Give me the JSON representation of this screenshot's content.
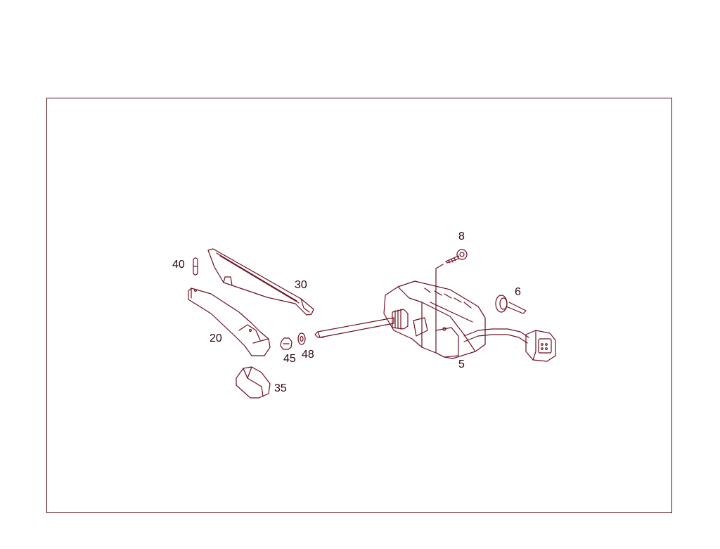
{
  "diagram": {
    "type": "exploded-parts-diagram",
    "line_color": "#8b1a2b",
    "frame_color": "#5a0a14",
    "parts": [
      {
        "id": "p5",
        "label": "5",
        "name": "actuator-motor"
      },
      {
        "id": "p6",
        "label": "6",
        "name": "connector-clip"
      },
      {
        "id": "p8",
        "label": "8",
        "name": "screw"
      },
      {
        "id": "p20",
        "label": "20",
        "name": "wiper-arm"
      },
      {
        "id": "p30",
        "label": "30",
        "name": "wiper-blade"
      },
      {
        "id": "p35",
        "label": "35",
        "name": "arm-cap"
      },
      {
        "id": "p40",
        "label": "40",
        "name": "pin"
      },
      {
        "id": "p45",
        "label": "45",
        "name": "nut"
      },
      {
        "id": "p48",
        "label": "48",
        "name": "washer"
      }
    ]
  }
}
